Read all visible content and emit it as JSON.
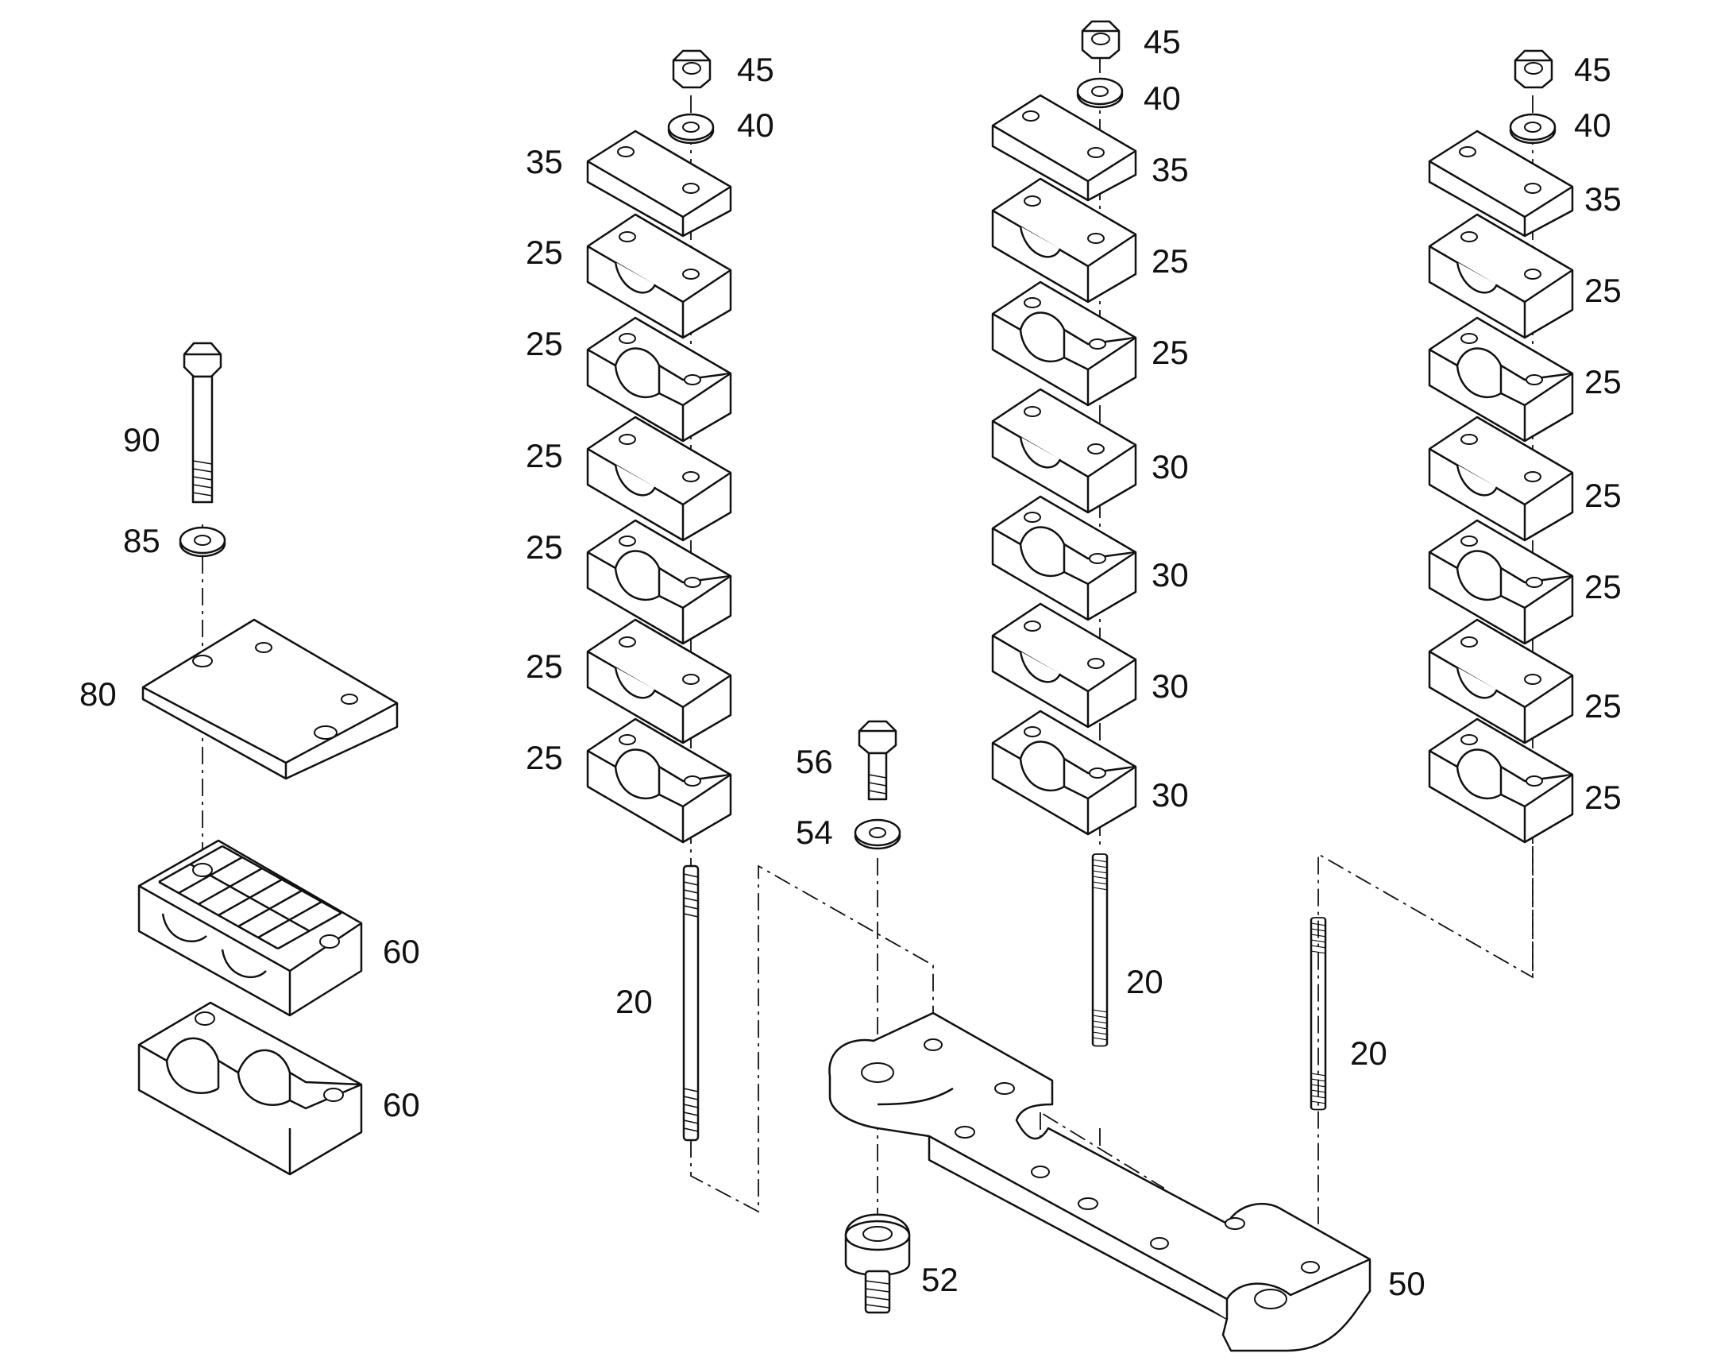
{
  "diagram": {
    "parts": [
      {
        "id": "90",
        "label": "90"
      },
      {
        "id": "85",
        "label": "85"
      },
      {
        "id": "80",
        "label": "80"
      },
      {
        "id": "60a",
        "label": "60"
      },
      {
        "id": "60b",
        "label": "60"
      },
      {
        "id": "56",
        "label": "56"
      },
      {
        "id": "54",
        "label": "54"
      },
      {
        "id": "52",
        "label": "52"
      },
      {
        "id": "50",
        "label": "50"
      }
    ],
    "stacks": [
      {
        "name": "left-stack",
        "top_labels": [
          "45",
          "40",
          "35"
        ],
        "clamp_labels": [
          "25",
          "25",
          "25",
          "25",
          "25",
          "25"
        ],
        "bolt_label": "20"
      },
      {
        "name": "middle-stack",
        "top_labels": [
          "45",
          "40",
          "35"
        ],
        "clamp_labels": [
          "25",
          "25",
          "30",
          "30",
          "30",
          "30"
        ],
        "bolt_label": "20"
      },
      {
        "name": "right-stack",
        "top_labels": [
          "45",
          "40",
          "35"
        ],
        "clamp_labels": [
          "25",
          "25",
          "25",
          "25",
          "25",
          "25"
        ],
        "bolt_label": "20"
      }
    ]
  }
}
